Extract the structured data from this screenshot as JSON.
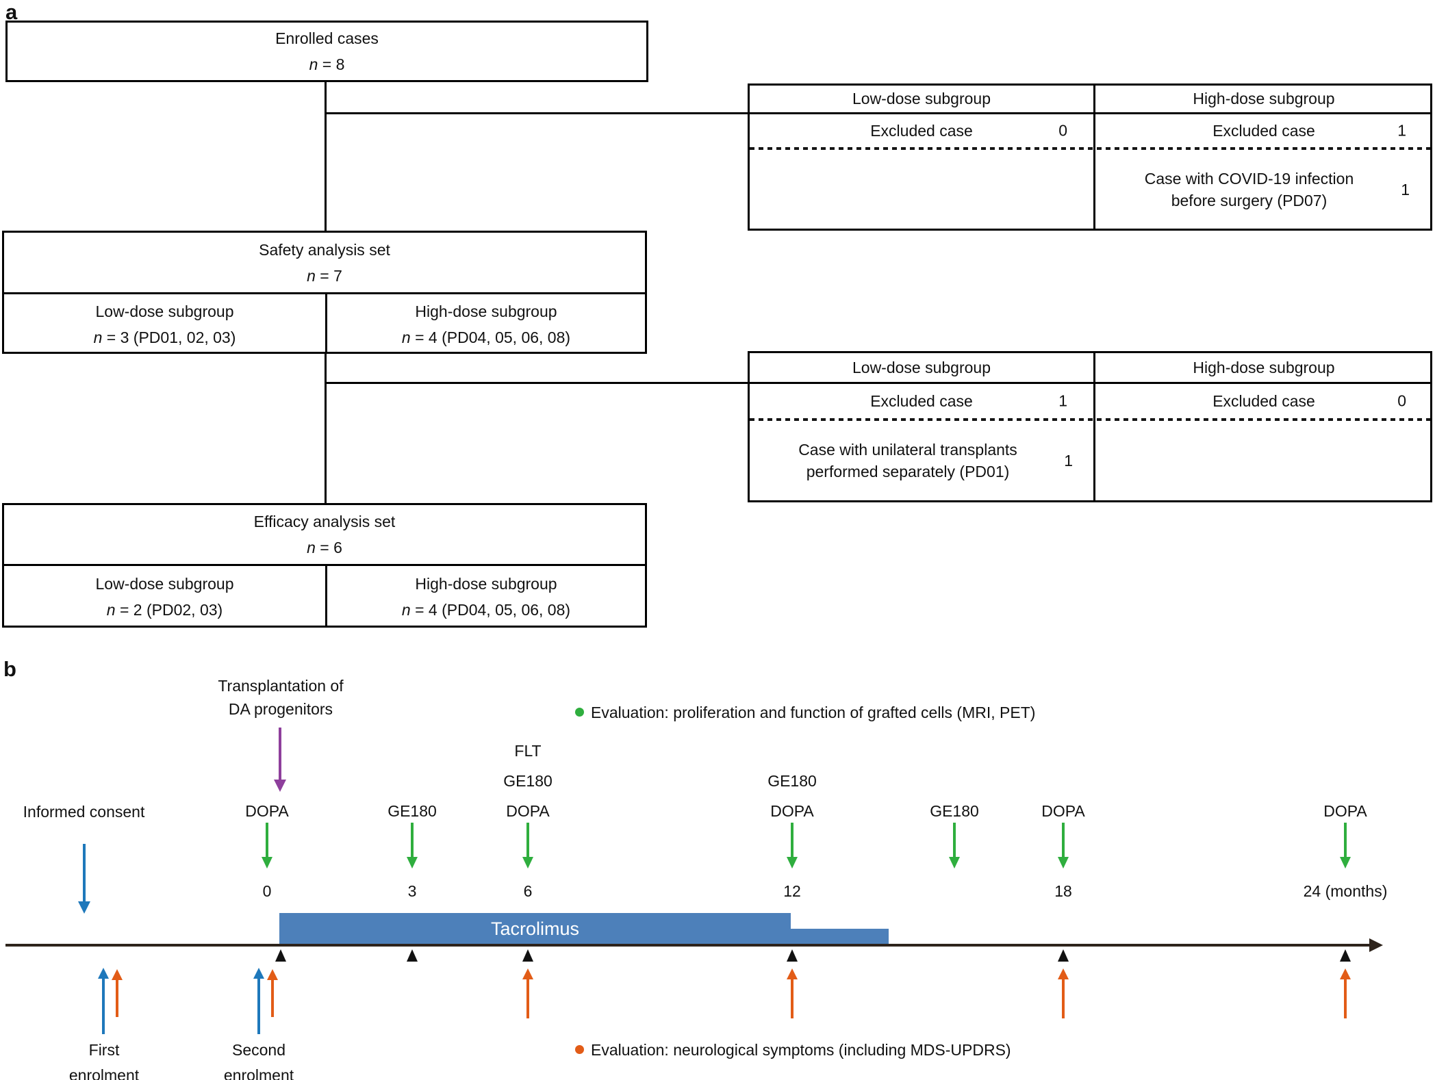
{
  "panel_a": {
    "label": "a",
    "enrolled": {
      "title": "Enrolled cases",
      "n_prefix": "n",
      "n_rest": " = 8"
    },
    "exclusion_table_1": {
      "col_low": "Low-dose subgroup",
      "col_high": "High-dose subgroup",
      "excluded_label_low": "Excluded case",
      "excluded_label_high": "Excluded case",
      "low_count": "0",
      "high_count": "1",
      "reason_line1": "Case with COVID-19 infection",
      "reason_line2": "before surgery (PD07)",
      "reason_count": "1"
    },
    "safety": {
      "title": "Safety analysis set",
      "n_prefix": "n",
      "n_rest": " = 7",
      "low_title": "Low-dose subgroup",
      "low_n_prefix": "n",
      "low_n_rest": " = 3 (PD01, 02, 03)",
      "high_title": "High-dose subgroup",
      "high_n_prefix": "n",
      "high_n_rest": " = 4 (PD04, 05, 06, 08)"
    },
    "exclusion_table_2": {
      "col_low": "Low-dose subgroup",
      "col_high": "High-dose subgroup",
      "excluded_label_low": "Excluded case",
      "excluded_label_high": "Excluded case",
      "low_count": "1",
      "high_count": "0",
      "reason_line1": "Case with unilateral transplants",
      "reason_line2": "performed separately (PD01)",
      "reason_count": "1"
    },
    "efficacy": {
      "title": "Efficacy analysis set",
      "n_prefix": "n",
      "n_rest": " = 6",
      "low_title": "Low-dose subgroup",
      "low_n_prefix": "n",
      "low_n_rest": " = 2 (PD02, 03)",
      "high_title": "High-dose subgroup",
      "high_n_prefix": "n",
      "high_n_rest": " = 4 (PD04, 05, 06, 08)"
    }
  },
  "panel_b": {
    "label": "b",
    "transplant_line1": "Transplantation of",
    "transplant_line2": "DA progenitors",
    "informed_consent": "Informed consent",
    "legend_top": "Evaluation: proliferation and function of grafted cells (MRI, PET)",
    "legend_bottom": "Evaluation: neurological symptoms (including MDS-UPDRS)",
    "tacrolimus_label": "Tacrolimus",
    "first_enrolment_line1": "First",
    "first_enrolment_line2": "enrolment",
    "second_enrolment_line1": "Second",
    "second_enrolment_line2": "enrolment",
    "timepoints": [
      {
        "row1": "",
        "row2": "",
        "row3": "DOPA",
        "month": "0"
      },
      {
        "row1": "",
        "row2": "",
        "row3": "GE180",
        "month": "3"
      },
      {
        "row1": "FLT",
        "row2": "GE180",
        "row3": "DOPA",
        "month": "6"
      },
      {
        "row1": "",
        "row2": "GE180",
        "row3": "DOPA",
        "month": "12"
      },
      {
        "row1": "",
        "row2": "",
        "row3": "GE180",
        "month": ""
      },
      {
        "row1": "",
        "row2": "",
        "row3": "DOPA",
        "month": "18"
      },
      {
        "row1": "",
        "row2": "",
        "row3": "DOPA",
        "month": "24 (months)"
      }
    ],
    "colors": {
      "green_arrow": "#2fae3e",
      "orange_arrow": "#e25c17",
      "blue_arrow": "#1e78bb",
      "purple_arrow": "#8e3f9c",
      "tacrolimus_bar": "#4d80ba",
      "timeline": "#2e241c"
    }
  }
}
